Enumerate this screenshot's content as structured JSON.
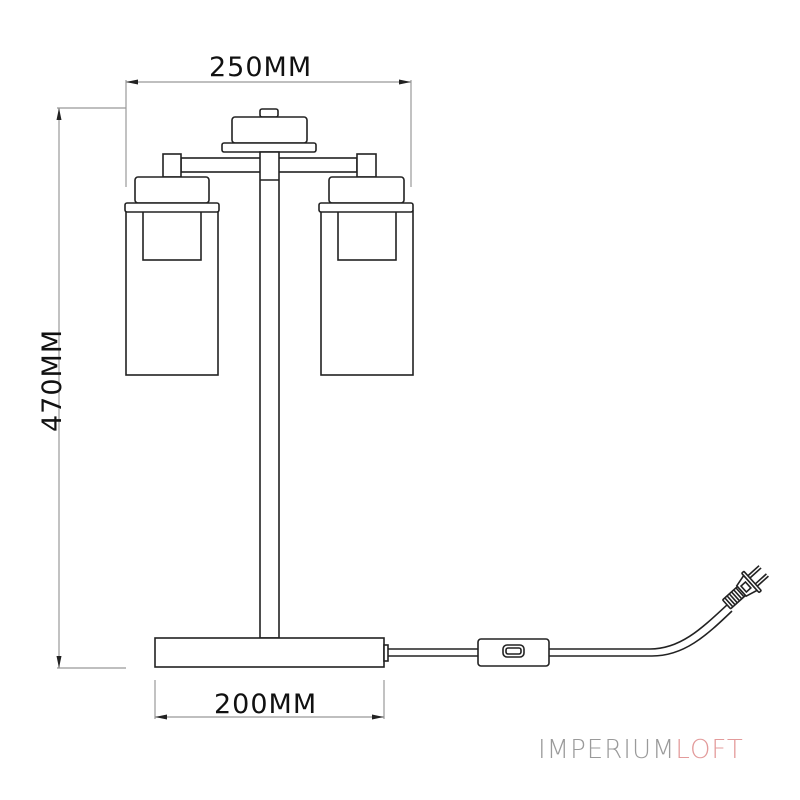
{
  "diagram": {
    "subject": "Two-light table lamp with cylindrical glass shades, corded with inline switch and plug",
    "dimensions": {
      "overall_width": "250MM",
      "overall_height": "470MM",
      "base_width": "200MM"
    },
    "components": [
      "canopy-cap",
      "center-stem",
      "arms",
      "left-shade",
      "right-shade",
      "base",
      "power-cord",
      "inline-switch",
      "plug"
    ]
  },
  "brand": {
    "part1": "IMPERIUM",
    "part2": "LOFT",
    "color_part1": "#9a9a9a",
    "color_part2": "#e39b9b"
  },
  "colors": {
    "line": "#222222",
    "dim_line": "#9a9a9a",
    "background": "#ffffff"
  }
}
